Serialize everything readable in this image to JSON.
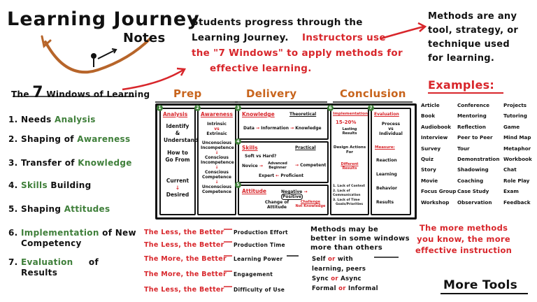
{
  "title": {
    "line1": "Learning Journey",
    "line2": "Notes"
  },
  "intro": {
    "line1": "Students progress through the",
    "line2a": "Learning Journey.",
    "line2b": "Instructors use",
    "line3": "the \"7 Windows\" to apply methods for",
    "line4": "effective learning."
  },
  "methods_def": {
    "line1": "Methods are any",
    "line2": "tool, strategy, or",
    "line3": "technique used",
    "line4": "for learning."
  },
  "windows_heading": {
    "pre": "The",
    "seven": "7",
    "mid": "Windows",
    "post": "of Learning"
  },
  "windows": [
    {
      "num": "1.",
      "plain": "Needs",
      "green": "Analysis"
    },
    {
      "num": "2.",
      "plain": "Shaping of",
      "green": "Awareness"
    },
    {
      "num": "3.",
      "plain": "Transfer of",
      "green": "Knowledge"
    },
    {
      "num": "4.",
      "plain": "",
      "green": "Skills",
      "plain2": "Building"
    },
    {
      "num": "5.",
      "plain": "Shaping",
      "green": "Attitudes"
    },
    {
      "num": "6.",
      "plain": "",
      "green": "Implementation",
      "plain2": "of New",
      "line2": "Competency"
    },
    {
      "num": "7.",
      "plain": "",
      "green": "Evaluation",
      "plain2": "of",
      "line2": "Results"
    }
  ],
  "phases": {
    "prep": "Prep",
    "delivery": "Delivery",
    "conclusion": "Conclusion"
  },
  "grid": {
    "analysis": {
      "n": "1",
      "title": "Analysis",
      "l1": "Identify",
      "l2": "&",
      "l3": "Understand",
      "l4": "How to",
      "l5": "Go From",
      "l6": "Current",
      "l7": "Desired"
    },
    "awareness": {
      "n": "2",
      "title": "Awareness",
      "l1": "Intrinsic",
      "l2": "vs",
      "l3": "Extrinsic",
      "l4": "Unconscious",
      "l5": "Incompetence",
      "l6": "Conscious",
      "l7": "Incompetence",
      "l8": "Conscious",
      "l9": "Competence",
      "l10": "Unconscious",
      "l11": "Competence"
    },
    "knowledge": {
      "n": "3",
      "title": "Knowledge",
      "theory": "Theoretical",
      "data": "Data",
      "info": "Information",
      "know": "Knowledge"
    },
    "skills": {
      "n": "4",
      "title": "Skills",
      "practical": "Practical",
      "q": "Soft vs Hard?",
      "novice": "Novice",
      "adv": "Advanced Beginner",
      "comp": "Competent",
      "expert": "Expert",
      "prof": "Proficient"
    },
    "attitude": {
      "n": "5",
      "title": "Attitude",
      "neg": "Negative",
      "pos": "Positive",
      "change": "Change of",
      "change2": "Attitude",
      "challenge": "Challenge",
      "challenge2": "Not Knowledge"
    },
    "implementation": {
      "n": "6",
      "title": "Implementation",
      "pct": "15-20%",
      "lasting": "Lasting",
      "results": "Results",
      "da1": "Design Actions",
      "da2": "For",
      "ba1": "Different",
      "ba2": "Results",
      "l1": "1. Lack of Context",
      "l2": "2. Lack of Communication",
      "l3": "3. Lack of Time",
      "l4": "Goals/Priorities"
    },
    "evaluation": {
      "n": "7",
      "title": "Evaluation",
      "l1": "Process",
      "l2": "vs",
      "l3": "Individual",
      "measure": "Measure:",
      "m1": "Reaction",
      "m2": "Learning",
      "m3": "Behavior",
      "m4": "Results"
    }
  },
  "examples_heading": "Examples:",
  "examples": [
    [
      "Article",
      "Conference",
      "Projects"
    ],
    [
      "Book",
      "Mentoring",
      "Tutoring"
    ],
    [
      "Audiobook",
      "Reflection",
      "Game"
    ],
    [
      "Interview",
      "Peer to Peer",
      "Mind Map"
    ],
    [
      "Survey",
      "Tour",
      "Metaphor"
    ],
    [
      "Quiz",
      "Demonstration",
      "Workbook"
    ],
    [
      "Story",
      "Shadowing",
      "Chat"
    ],
    [
      "Movie",
      "Coaching",
      "Role Play"
    ],
    [
      "Focus Group",
      "Case Study",
      "Exam"
    ],
    [
      "Workshop",
      "Observation",
      "Feedback"
    ]
  ],
  "better": [
    {
      "left": "The Less, the Better",
      "right": "Production Effort"
    },
    {
      "left": "The Less, the Better",
      "right": "Production Time"
    },
    {
      "left": "The More, the Better",
      "right": "Learning Power"
    },
    {
      "left": "The More, the Better",
      "right": "Engagement"
    },
    {
      "left": "The Less, the Better",
      "right": "Difficulty of Use"
    }
  ],
  "windows_note": {
    "l1": "Methods may be",
    "l2": "better in some windows",
    "l3": "more than others"
  },
  "modes": {
    "self": "Self",
    "learning": "learning,",
    "or1": "or",
    "with": "with",
    "peers": "peers",
    "sync": "Sync",
    "or2": "or",
    "async": "Async",
    "formal": "Formal",
    "or3": "or",
    "informal": "Informal"
  },
  "more_methods": {
    "l1": "The more methods",
    "l2": "you know, the more",
    "l3": "effective instruction"
  },
  "more_tools": "More Tools"
}
